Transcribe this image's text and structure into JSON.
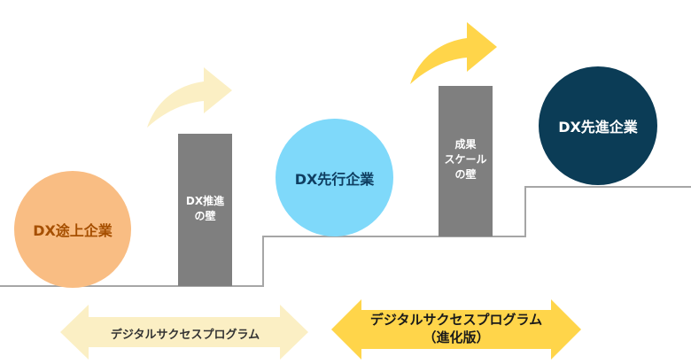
{
  "stages": {
    "beginner": "DX途上企業",
    "leader": "DX先行企業",
    "advanced": "DX先進企業"
  },
  "walls": {
    "wall1": "DX推進\nの壁",
    "wall2": "成果\nスケール\nの壁"
  },
  "programs": {
    "standard": "デジタルサクセスプログラム",
    "evolved": "デジタルサクセスプログラム\n（進化版）"
  },
  "colors": {
    "beginner_circle": "#F9BD83",
    "beginner_text": "#A64F00",
    "leader_circle": "#7FD9FA",
    "leader_text": "#0F3E61",
    "advanced_circle": "#0B3C56",
    "advanced_text": "#FFFFFF",
    "wall": "#7F7F7F",
    "arrow_light": "#FBEFC4",
    "arrow_strong": "#FFD54A",
    "stairs": "#A6A6A6"
  }
}
